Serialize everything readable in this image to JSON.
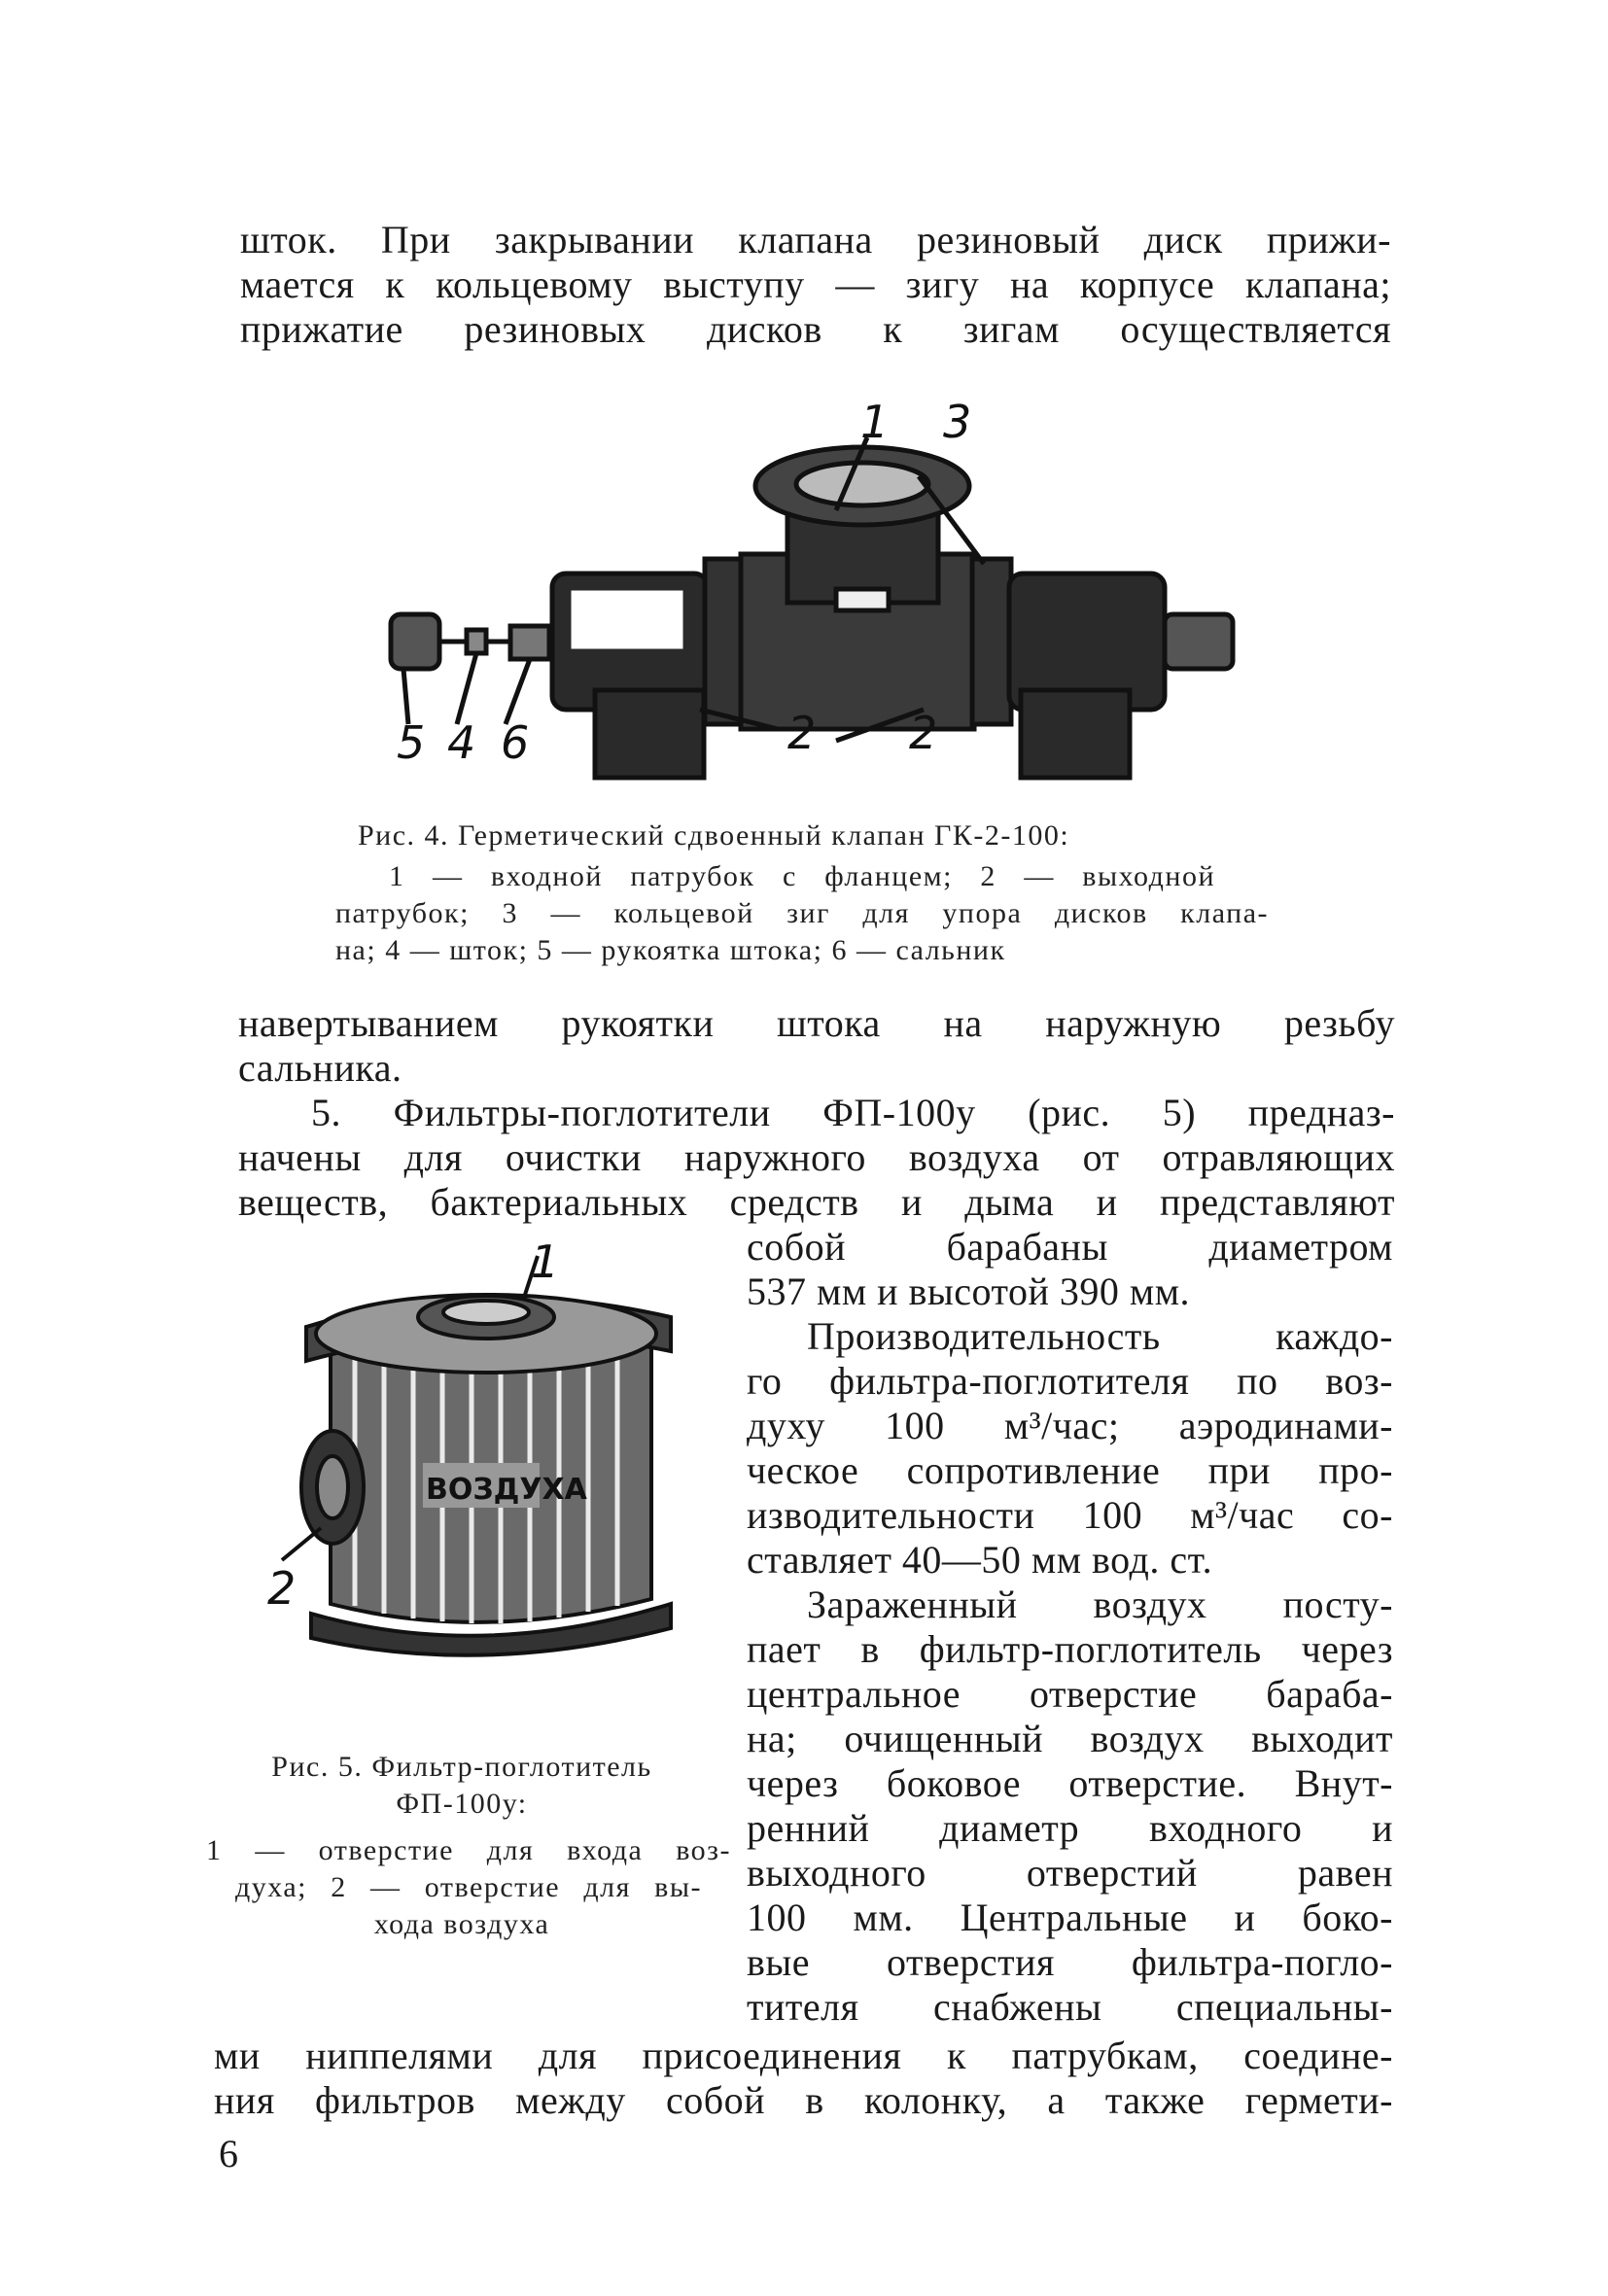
{
  "top_lines": [
    "шток. При закрывании клапана резиновый диск прижи-",
    "мается к кольцевому выступу — зигу на корпусе клапана;",
    "прижатие резиновых дисков к зигам осуществляется"
  ],
  "fig4": {
    "labels": [
      "1",
      "3",
      "5",
      "4",
      "6",
      "2",
      "2"
    ],
    "caption_lines": [
      "Рис. 4. Герметический сдвоенный клапан ГК-2-100:",
      "1 — входной патрубок с фланцем; 2 — выходной",
      "патрубок; 3 — кольцевой зиг для упора дисков клапа-",
      "на; 4 — шток; 5 — рукоятка штока; 6 — сальник"
    ]
  },
  "mid_lines": [
    "навертыванием рукоятки штока на наружную резьбу",
    "сальника.",
    "5. Фильтры-поглотители ФП-100у (рис. 5) предназ-",
    "начены для очистки наружного воздуха от отравляющих",
    "веществ, бактериальных средств и дыма и представляют"
  ],
  "right_lines": [
    "собой барабаны диаметром",
    "537 мм и высотой 390 мм.",
    "Производительность каждо-",
    "го фильтра-поглотителя по воз-",
    "духу 100 м³/час; аэродинами-",
    "ческое сопротивление при про-",
    "изводительности 100 м³/час со-",
    "ставляет 40—50 мм вод. ст.",
    "Зараженный воздух посту-",
    "пает в фильтр-поглотитель через",
    "центральное отверстие бараба-",
    "на; очищенный воздух выходит",
    "через боковое отверстие. Внут-",
    "ренний диаметр входного и",
    "выходного отверстий равен",
    "100 мм. Центральные и боко-",
    "вые отверстия фильтра-погло-",
    "тителя снабжены специальны-"
  ],
  "fig5": {
    "labels": [
      "1",
      "2"
    ],
    "drum_text": "ВОЗДУХА",
    "caption_lines": [
      "Рис. 5. Фильтр-поглотитель",
      "ФП-100у:",
      "1 — отверстие для входа воз-",
      "духа; 2 — отверстие для вы-",
      "хода воздуха"
    ]
  },
  "bottom_lines": [
    "ми ниппелями для присоединения к патрубкам, соедине-",
    "ния фильтров между собой в колонку, а также гермети-"
  ],
  "page_number": "6"
}
